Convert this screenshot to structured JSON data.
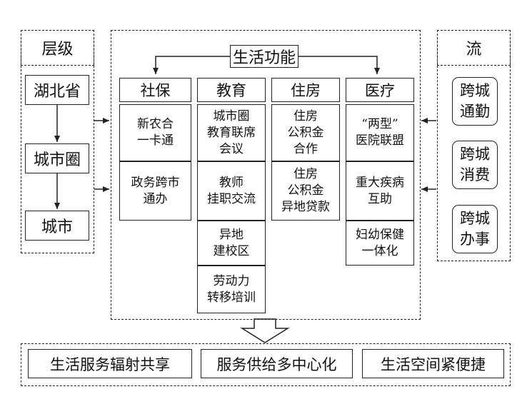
{
  "left_panel": {
    "title": "层级",
    "levels": [
      "湖北省",
      "城市圈",
      "城市"
    ]
  },
  "right_panel": {
    "title": "流",
    "flows": [
      "跨城\n通勤",
      "跨城\n消费",
      "跨城\n办事"
    ]
  },
  "center": {
    "title": "生活功能",
    "columns": [
      {
        "header": "社保",
        "items": [
          "新农合\n一卡通",
          "政务跨市\n通办"
        ]
      },
      {
        "header": "教育",
        "items": [
          "城市圈\n教育联席\n会议",
          "教师\n挂职交流",
          "异地\n建校区",
          "劳动力\n转移培训"
        ]
      },
      {
        "header": "住房",
        "items": [
          "住房\n公积金\n合作",
          "住房\n公积金\n异地贷款"
        ]
      },
      {
        "header": "医疗",
        "items": [
          "“两型”\n医院联盟",
          "重大疾病\n互助",
          "妇幼保健\n一体化"
        ]
      }
    ]
  },
  "outcomes": [
    "生活服务辐射共享",
    "服务供给多中心化",
    "生活空间紧便捷"
  ]
}
